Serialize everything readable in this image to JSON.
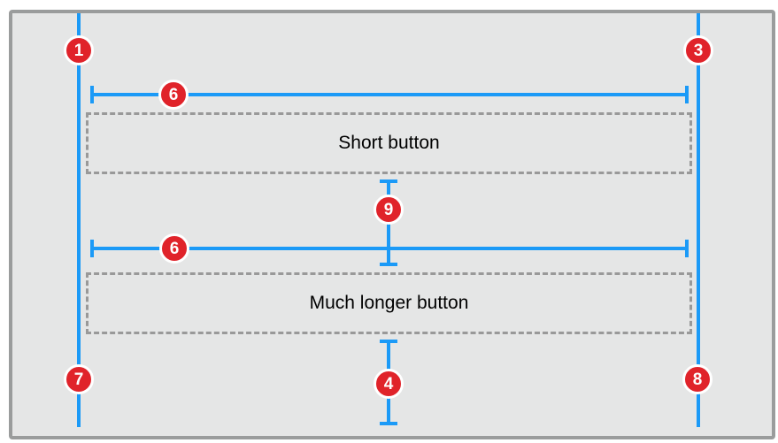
{
  "figure": {
    "buttons": [
      {
        "label": "Short button"
      },
      {
        "label": "Much longer button"
      }
    ],
    "badges": {
      "leading_margin": "1",
      "trailing_margin": "3",
      "width_top": "6",
      "vertical_spacing_between": "9",
      "width_bottom": "6",
      "bottom_left": "7",
      "bottom_spacing": "4",
      "bottom_right": "8"
    }
  },
  "colors": {
    "canvas-bg": "#e5e6e6",
    "frame-border": "#9a9c9c",
    "constraint-blue": "#1b9af7",
    "badge-red": "#e0232a",
    "badge-text": "#ffffff",
    "button-border": "#999999",
    "button-text": "#000000"
  }
}
